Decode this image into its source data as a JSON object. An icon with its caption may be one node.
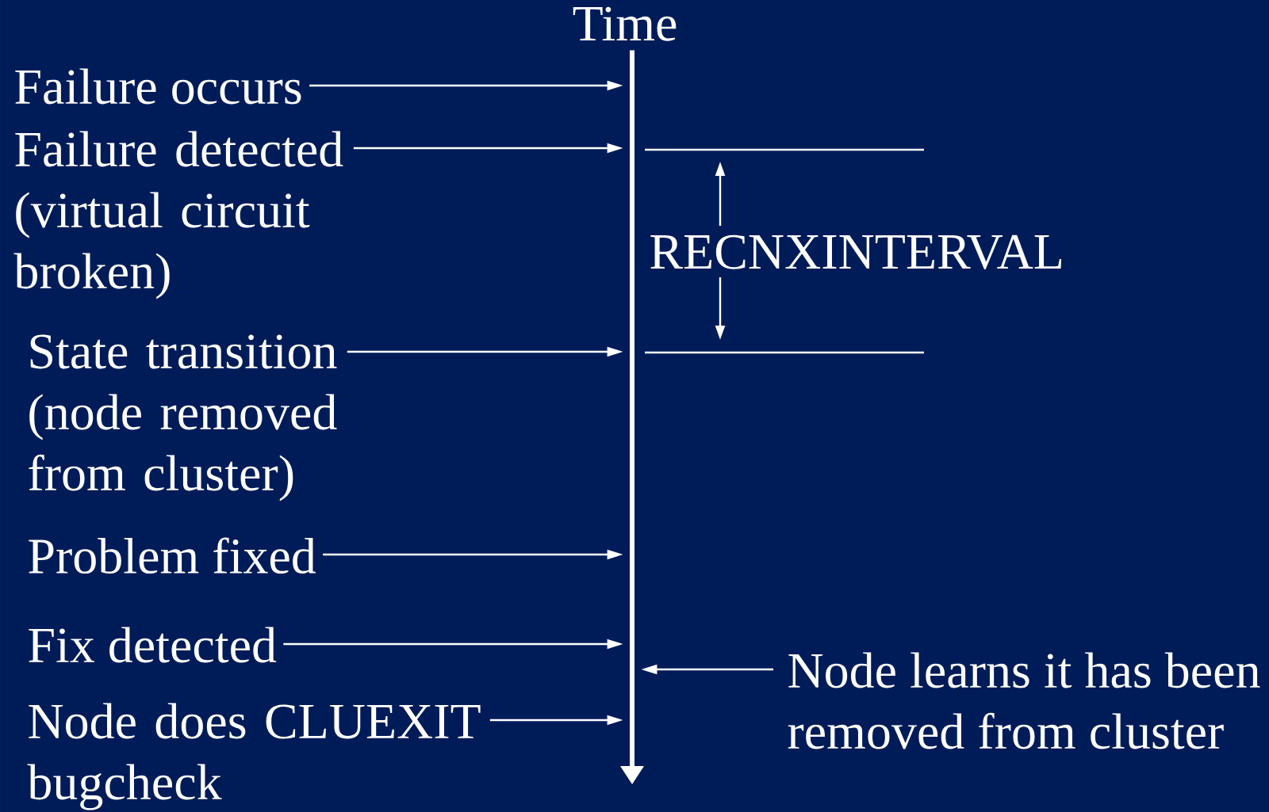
{
  "diagram": {
    "nodes": [
      {
        "text": [
          "Time"
        ]
      },
      {
        "text": [
          "Failure occurs"
        ]
      },
      {
        "text": [
          "Failure detected (virtual circuit broken)"
        ]
      },
      {
        "text": [
          "State transition (node removed from cluster)"
        ]
      },
      {
        "text": [
          "Problem fixed"
        ]
      },
      {
        "text": [
          "Fix detected"
        ]
      },
      {
        "text": [
          "Node does CLUEXIT bugcheck"
        ]
      },
      {
        "text": [
          "Node learns it has been removed from cluster"
        ]
      }
    ],
    "edges": [
      {
        "from": 1,
        "to": 0,
        "arrow": "to"
      },
      {
        "from": 2,
        "to": 0,
        "arrow": "to"
      },
      {
        "from": 3,
        "to": 0,
        "arrow": "to"
      },
      {
        "from": 4,
        "to": 0,
        "arrow": "to"
      },
      {
        "from": 5,
        "to": 0,
        "arrow": "to"
      },
      {
        "from": 6,
        "to": 0,
        "arrow": "to"
      },
      {
        "from": 7,
        "to": 0,
        "arrow": "to"
      }
    ],
    "labels": [
      "RECNXINTERVAL"
    ]
  }
}
